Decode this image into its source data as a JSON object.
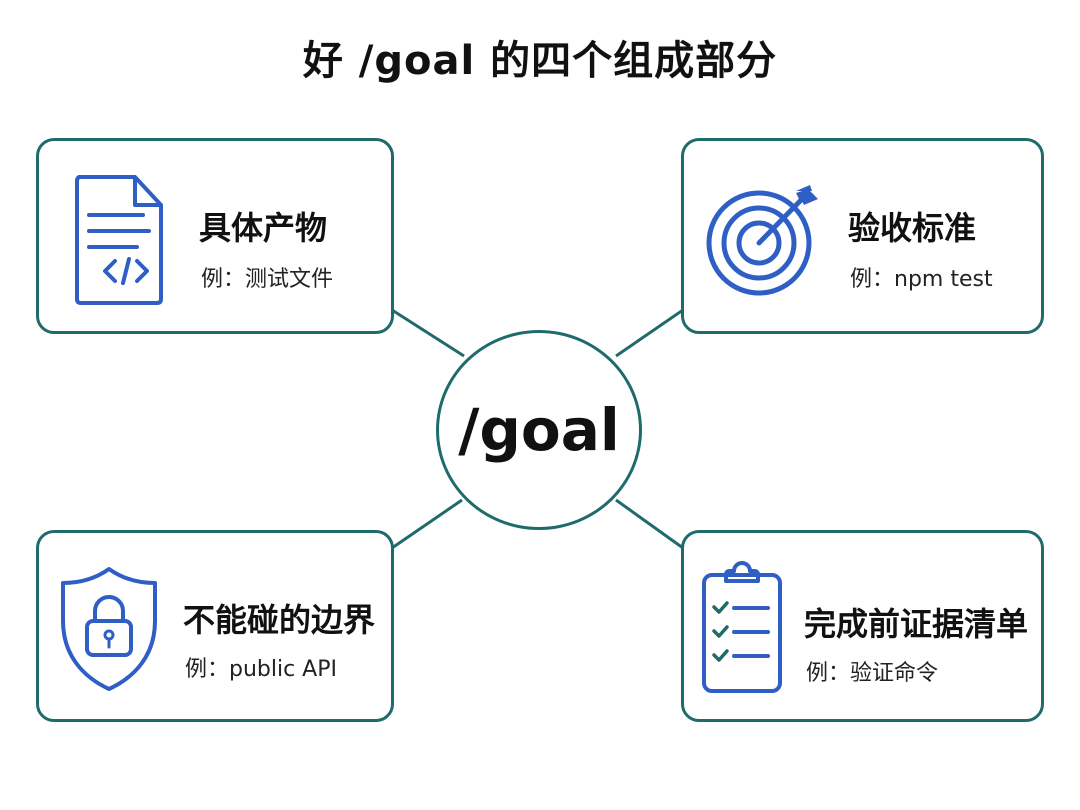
{
  "title": "好 /goal 的四个组成部分",
  "hub": {
    "label": "/goal"
  },
  "cards": [
    {
      "icon": "code-document-icon",
      "label": "具体产物",
      "example": "例：测试文件"
    },
    {
      "icon": "target-icon",
      "label": "验收标准",
      "example": "例：npm test"
    },
    {
      "icon": "shield-lock-icon",
      "label": "不能碰的边界",
      "example": "例：public API"
    },
    {
      "icon": "clipboard-checklist-icon",
      "label": "完成前证据清单",
      "example": "例：验证命令"
    }
  ],
  "colors": {
    "border": "#1f6b6b",
    "icon": "#2f5fc4",
    "text": "#111111"
  }
}
